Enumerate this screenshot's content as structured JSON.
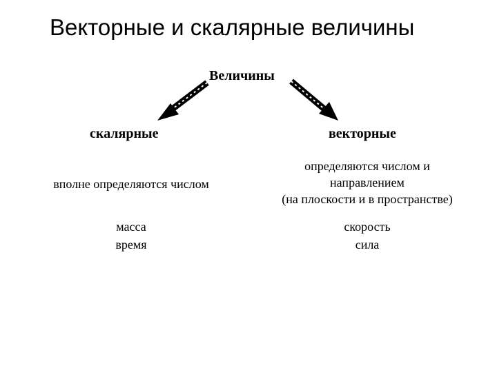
{
  "slide": {
    "title": "Векторные и скалярные величины"
  },
  "diagram": {
    "root": "Величины",
    "scalar": {
      "title": "скалярные",
      "description": [
        "вполне определяются числом"
      ],
      "examples": [
        "масса",
        "время"
      ]
    },
    "vector": {
      "title": "векторные",
      "description": [
        "определяются числом и",
        "направлением",
        "(на плоскости и в пространстве)"
      ],
      "examples": [
        "скорость",
        "сила"
      ]
    }
  }
}
